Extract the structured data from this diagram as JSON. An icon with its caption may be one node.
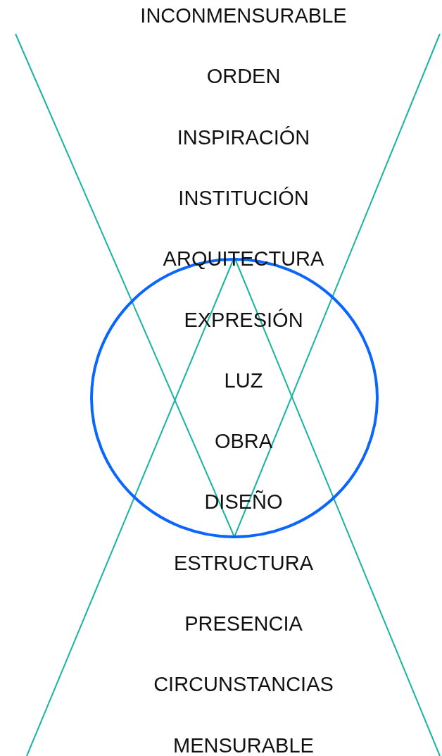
{
  "diagram": {
    "labels": [
      "INCONMENSURABLE",
      "ORDEN",
      "INSPIRACIÓN",
      "INSTITUCIÓN",
      "ARQUITECTURA",
      "EXPRESIÓN",
      "LUZ",
      "OBRA",
      "DISEÑO",
      "ESTRUCTURA",
      "PRESENCIA",
      "CIRCUNSTANCIAS",
      "MENSURABLE"
    ]
  }
}
